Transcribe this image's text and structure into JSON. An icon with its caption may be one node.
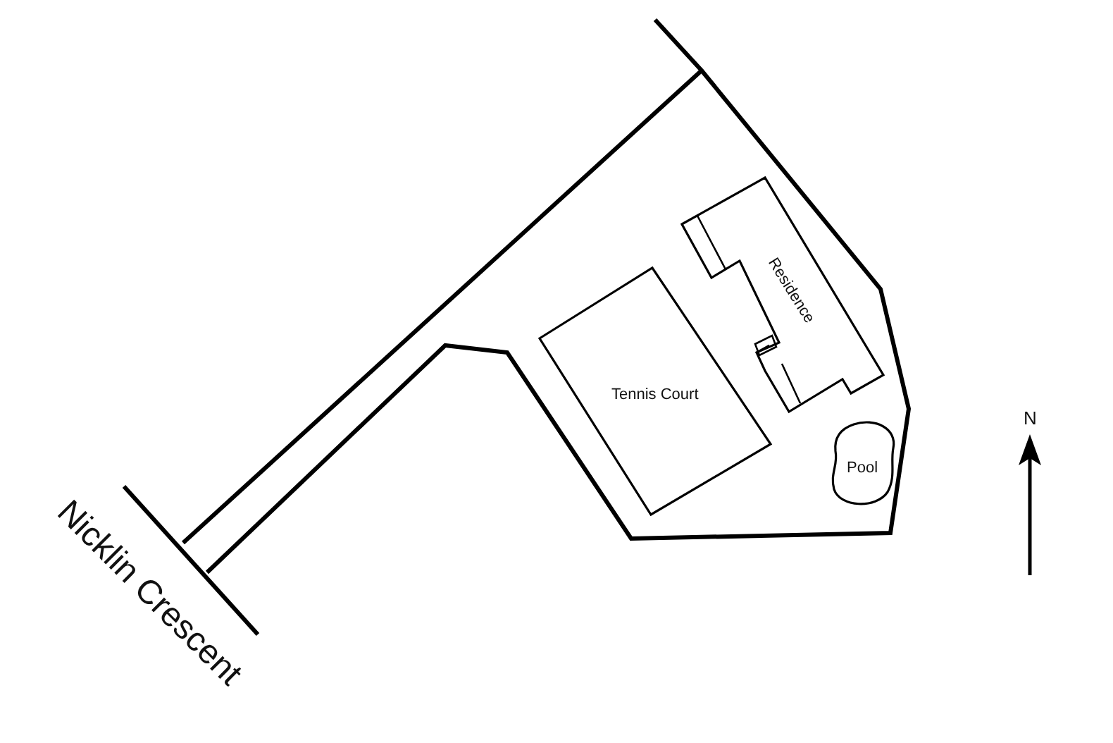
{
  "diagram": {
    "nodes": [
      {
        "text": [
          "Tennis Court"
        ]
      },
      {
        "text": [
          "Residence"
        ]
      },
      {
        "text": [
          "Pool"
        ]
      }
    ],
    "labels": [
      "Nicklin Crescent",
      "N"
    ]
  }
}
